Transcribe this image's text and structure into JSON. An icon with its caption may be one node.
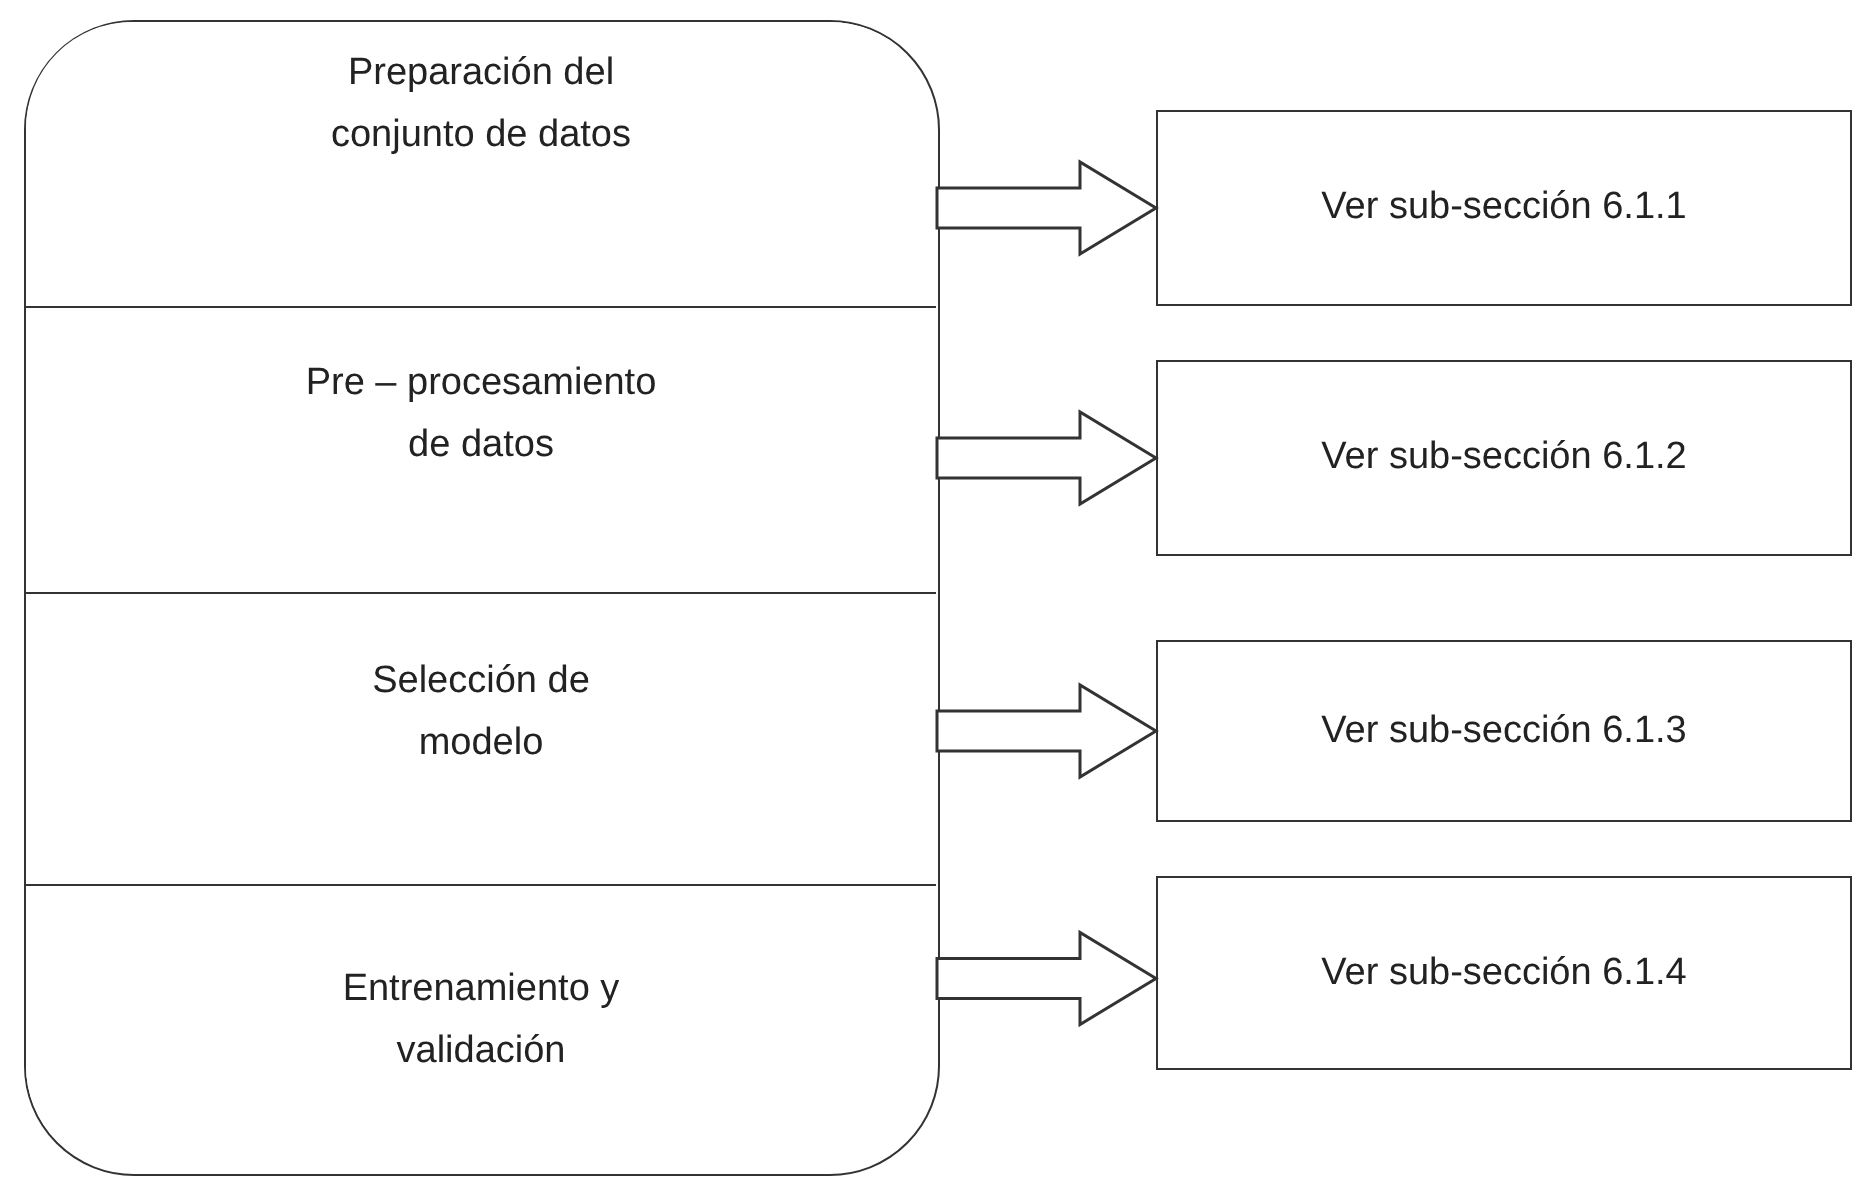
{
  "diagram": {
    "nodes": [
      {
        "text": [],
        "shape": "box"
      },
      {
        "text": [
          "Preparación del conjunto de datos"
        ],
        "in": 0
      },
      {
        "text": [
          "Ver sub-sección 6.1.1"
        ]
      },
      {
        "text": [
          "Pre – procesamiento de datos"
        ],
        "in": 0
      },
      {
        "text": [
          "Ver sub-sección 6.1.2"
        ]
      },
      {
        "text": [
          "Selección de modelo"
        ],
        "in": 0
      },
      {
        "text": [
          "Ver sub-sección 6.1.3"
        ]
      },
      {
        "text": [
          "Entrenamiento y validación"
        ],
        "in": 0
      },
      {
        "text": [
          "Ver sub-sección 6.1.4"
        ]
      }
    ],
    "edges": [
      {
        "from": 1,
        "to": 2,
        "arrow": "to"
      },
      {
        "from": 3,
        "to": 4,
        "arrow": "to"
      },
      {
        "from": 5,
        "to": 6,
        "arrow": "to"
      },
      {
        "from": 7,
        "to": 8,
        "arrow": "to"
      }
    ]
  }
}
